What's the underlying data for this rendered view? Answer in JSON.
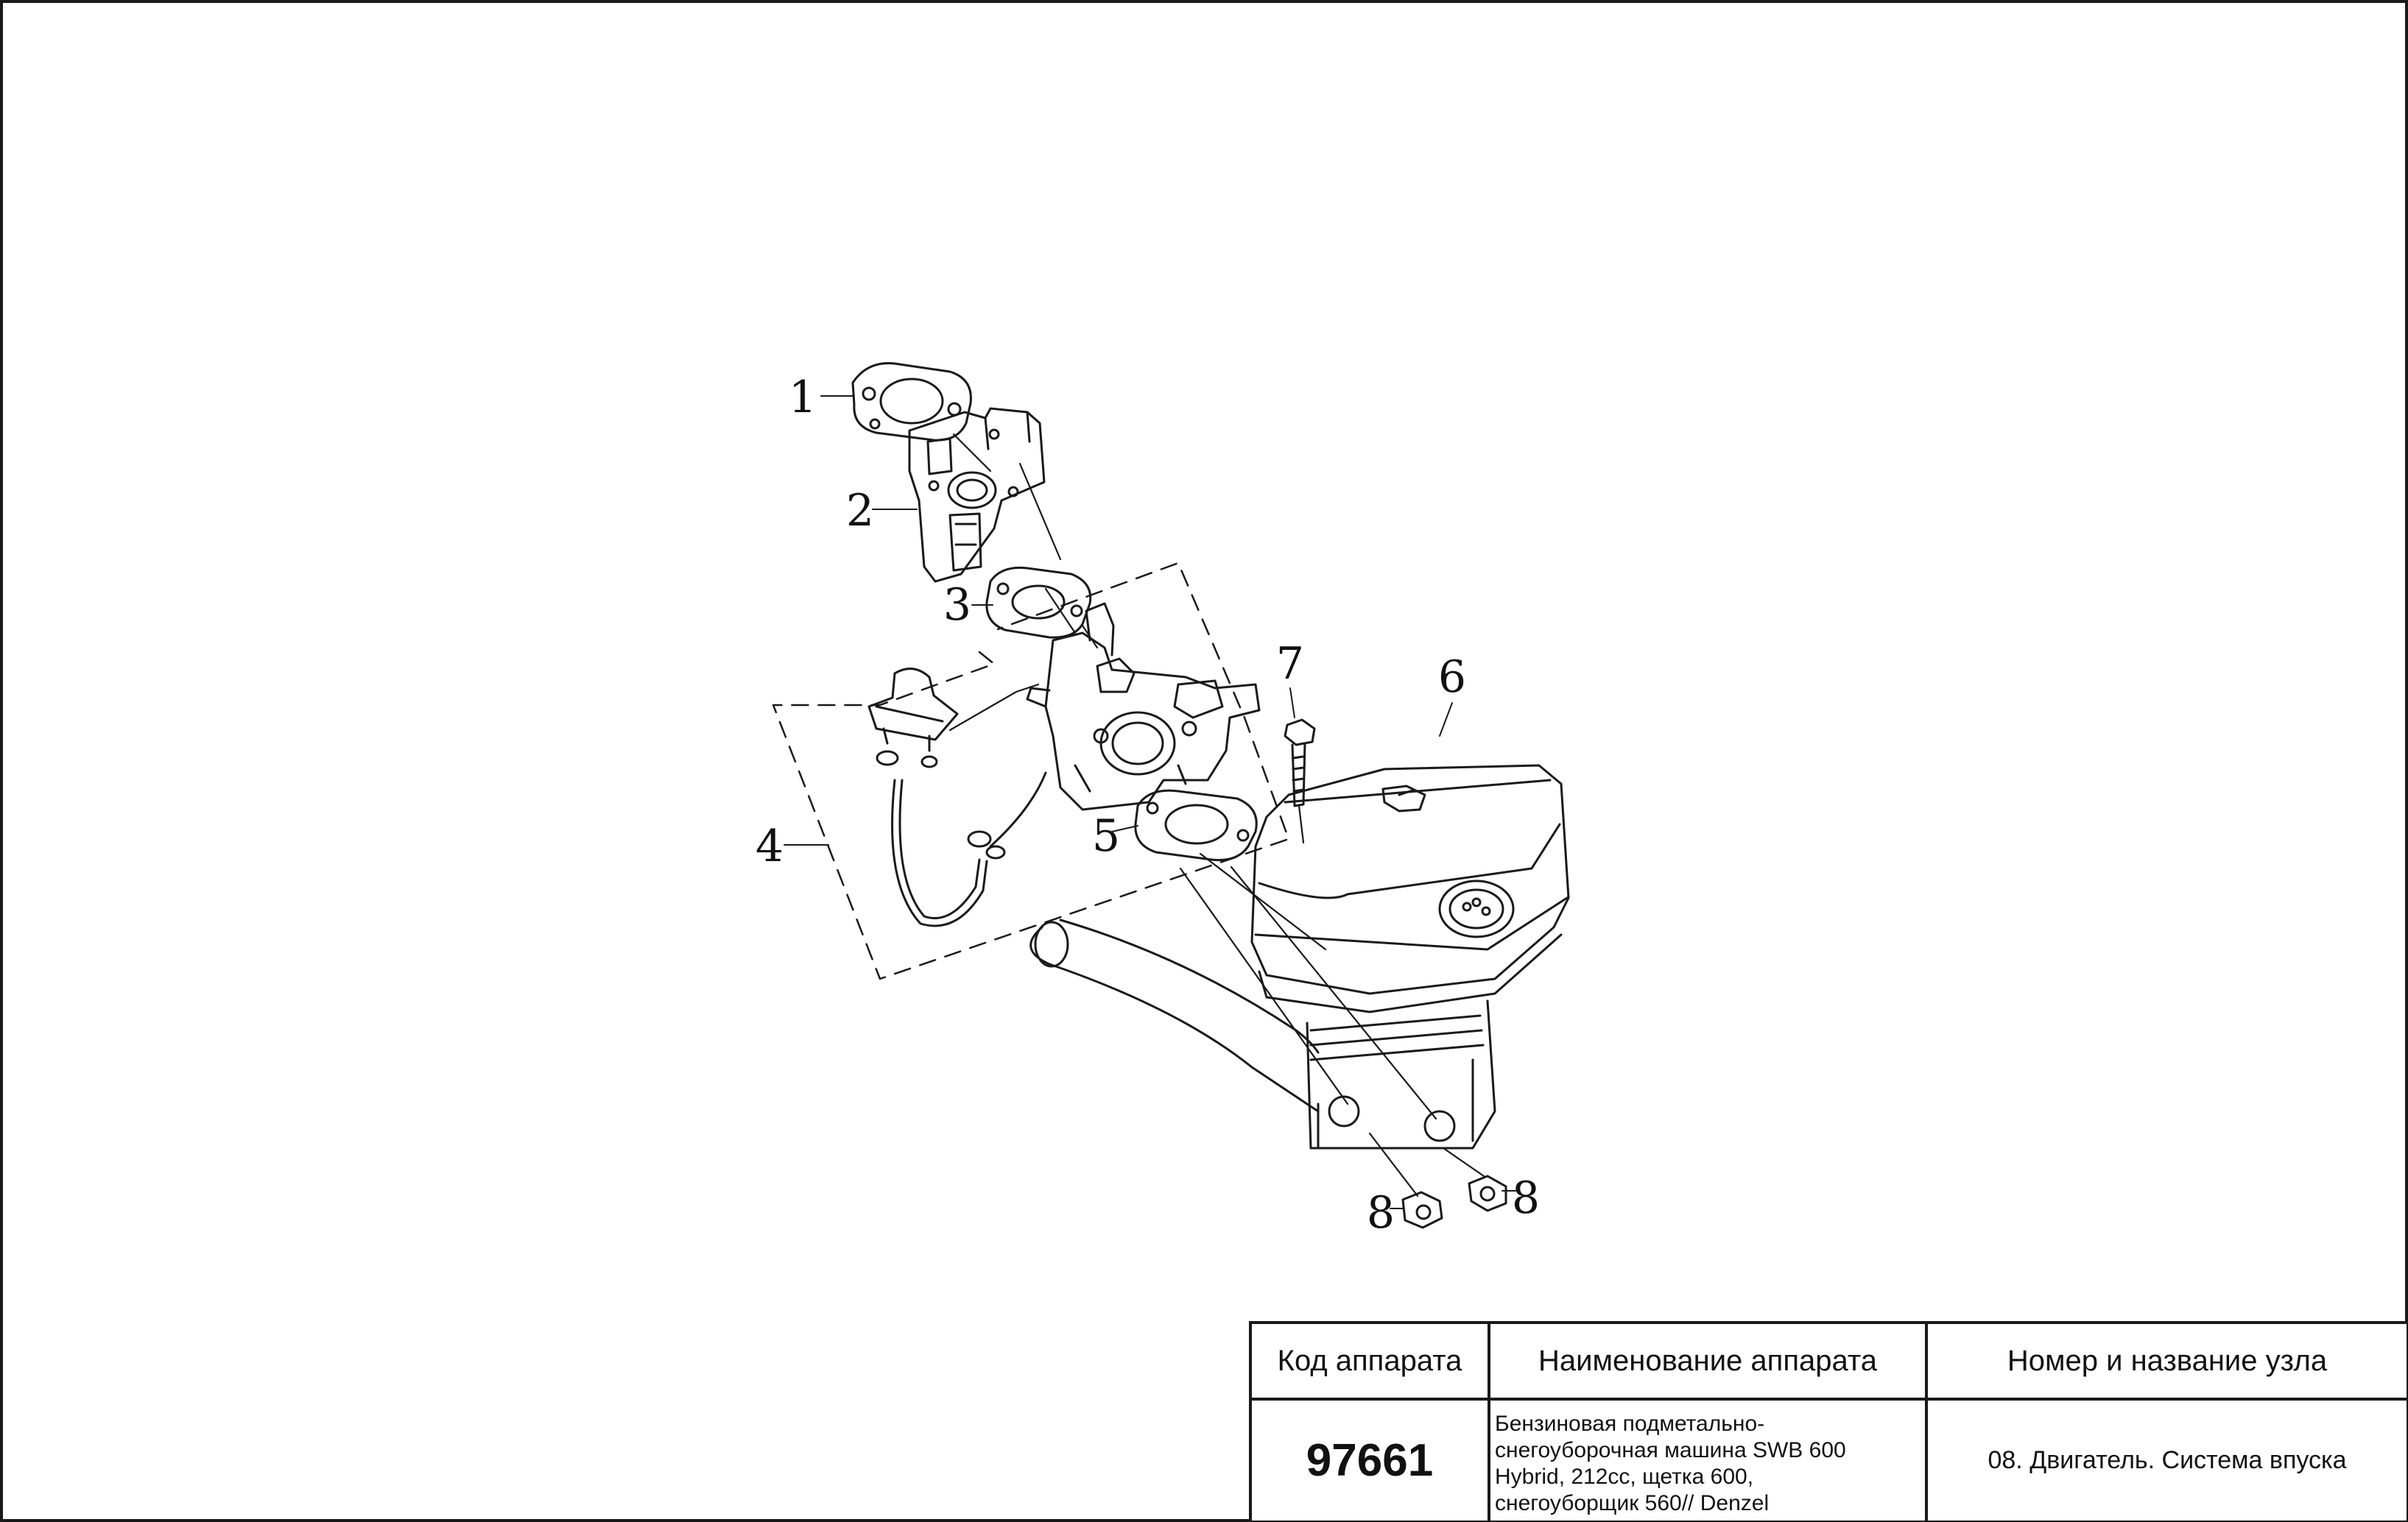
{
  "diagram": {
    "callouts": [
      "1",
      "2",
      "3",
      "4",
      "5",
      "6",
      "7",
      "8",
      "8"
    ],
    "parts": [
      "gasket",
      "bracket",
      "gasket",
      "carburetor-assembly",
      "gasket",
      "air-filter-housing",
      "bolt",
      "nut",
      "nut",
      "breather-hose",
      "fuel-cutoff-solenoid"
    ]
  },
  "title_block": {
    "headers": {
      "code": "Код аппарата",
      "name": "Наименование аппарата",
      "unit": "Номер и название узла"
    },
    "code": "97661",
    "name_lines": [
      "Бензиновая подметально-",
      "снегоуборочная машина SWB 600",
      "Hybrid, 212cc, щетка 600,",
      "снегоуборщик 560// Denzel"
    ],
    "unit": "08. Двигатель. Система впуска"
  }
}
